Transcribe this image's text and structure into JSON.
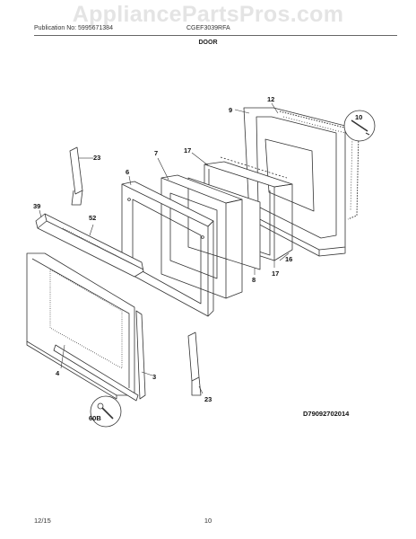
{
  "watermark": "AppliancePartsPros.com",
  "header": {
    "publication": "Publication No: 5995671384",
    "model": "CGEF3039RFA",
    "section": "DOOR"
  },
  "labels": {
    "p12": "12",
    "p9": "9",
    "p10": "10",
    "p23a": "23",
    "p7": "7",
    "p17a": "17",
    "p6": "6",
    "p39": "39",
    "p52": "52",
    "p16": "16",
    "p17b": "17",
    "p8": "8",
    "p4": "4",
    "p3": "3",
    "p23b": "23",
    "p60b": "60B"
  },
  "diagram_code": "D79092702014",
  "footer": {
    "date": "12/15",
    "page": "10"
  }
}
